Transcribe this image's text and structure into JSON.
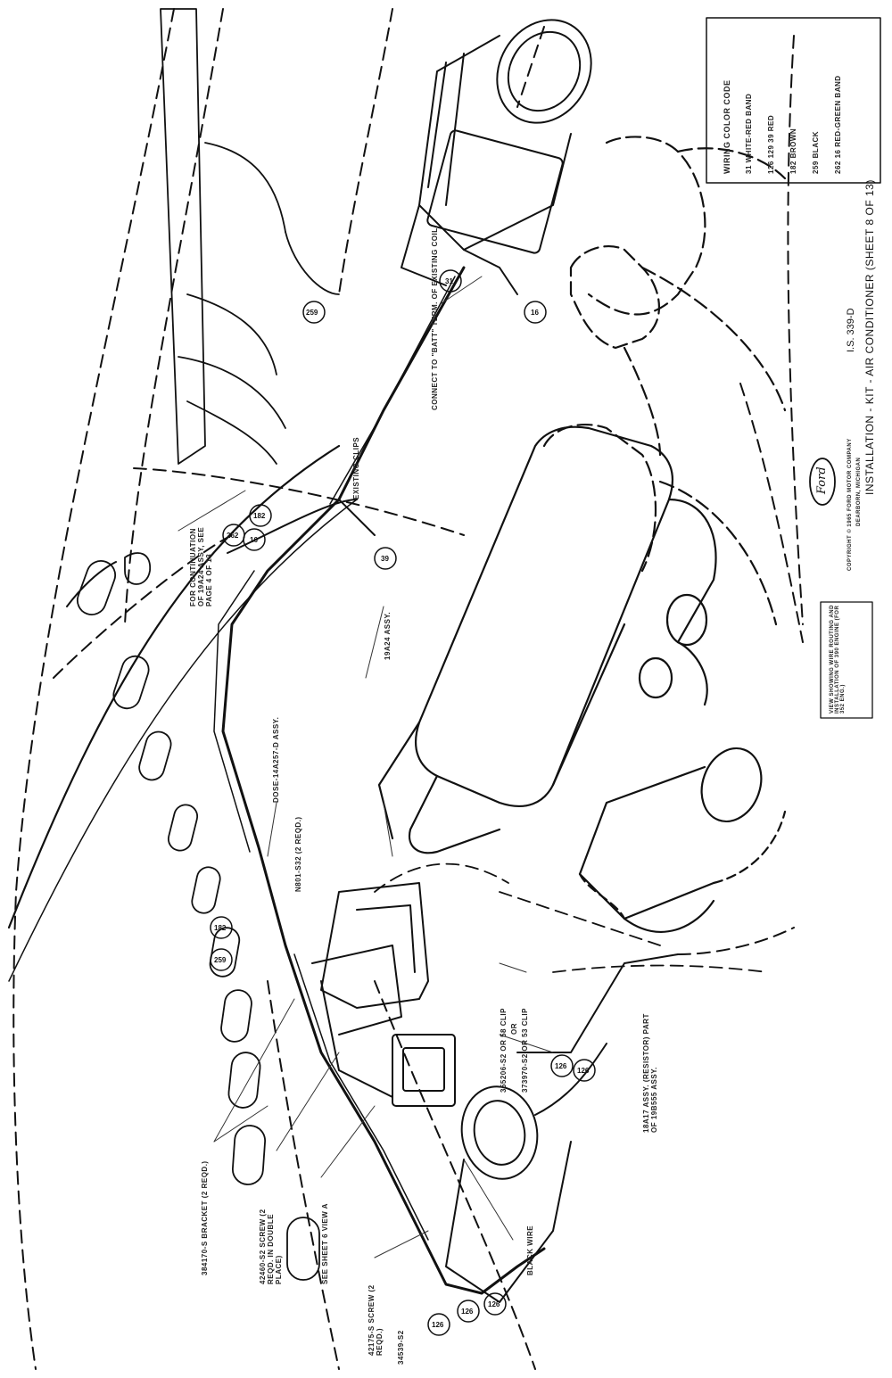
{
  "wiring_color_code": {
    "title": "WIRING COLOR CODE",
    "entries": [
      "31   WHITE-RED BAND",
      "126  129  39  RED",
      "182  BROWN",
      "259  BLACK",
      "262  16  RED-GREEN BAND"
    ]
  },
  "title_block": {
    "doc_number": "I.S. 339-D",
    "title": "INSTALLATION - KIT - AIR CONDITIONER (SHEET 8 OF 13)",
    "copyright": "COPYRIGHT © 1965 FORD MOTOR COMPANY",
    "location": "DEARBORN, MICHIGAN",
    "logo_text": "Ford"
  },
  "view_box_note": "VIEW SHOWING WIRE ROUTING AND INSTALLATION OF 390 ENGINE (FOR 352 ENG.)",
  "labels": {
    "connect_to_batt": "CONNECT TO \"BATT\" TERM. OF EXISTING COIL",
    "existing_clips": "EXISTING CLIPS",
    "continuation": "FOR CONTINUATION OF 19A24 ASSY, SEE PAGE 4 OF 13",
    "assy_19A24": "19A24 ASSY.",
    "assy_14A257": "DOSE-14A257-D ASSY.",
    "bracket": "N801-S32 (2 REQD.)",
    "clip_a": "355206-S2 OR 58 CLIP",
    "clip_b": "OR",
    "clip_c": "373970-S2 OR 53 CLIP",
    "resistor": "18A17 ASSY. (RESISTOR) PART OF 19B555 ASSY.",
    "screw_bracket": "384170-S BRACKET (2 REQD.)",
    "screw": "42460-S2 SCREW (2 REQD. IN DOUBLE PLACE)",
    "see_sheet": "SEE SHEET 6 VIEW A",
    "screw_b": "42175-S SCREW (2 REQD.)",
    "screw_c": "34539-S2",
    "black_wire": "BLACK WIRE"
  },
  "callouts": [
    "31",
    "259",
    "16",
    "182",
    "262",
    "16",
    "39",
    "182",
    "259",
    "126",
    "126",
    "126",
    "126",
    "126"
  ]
}
